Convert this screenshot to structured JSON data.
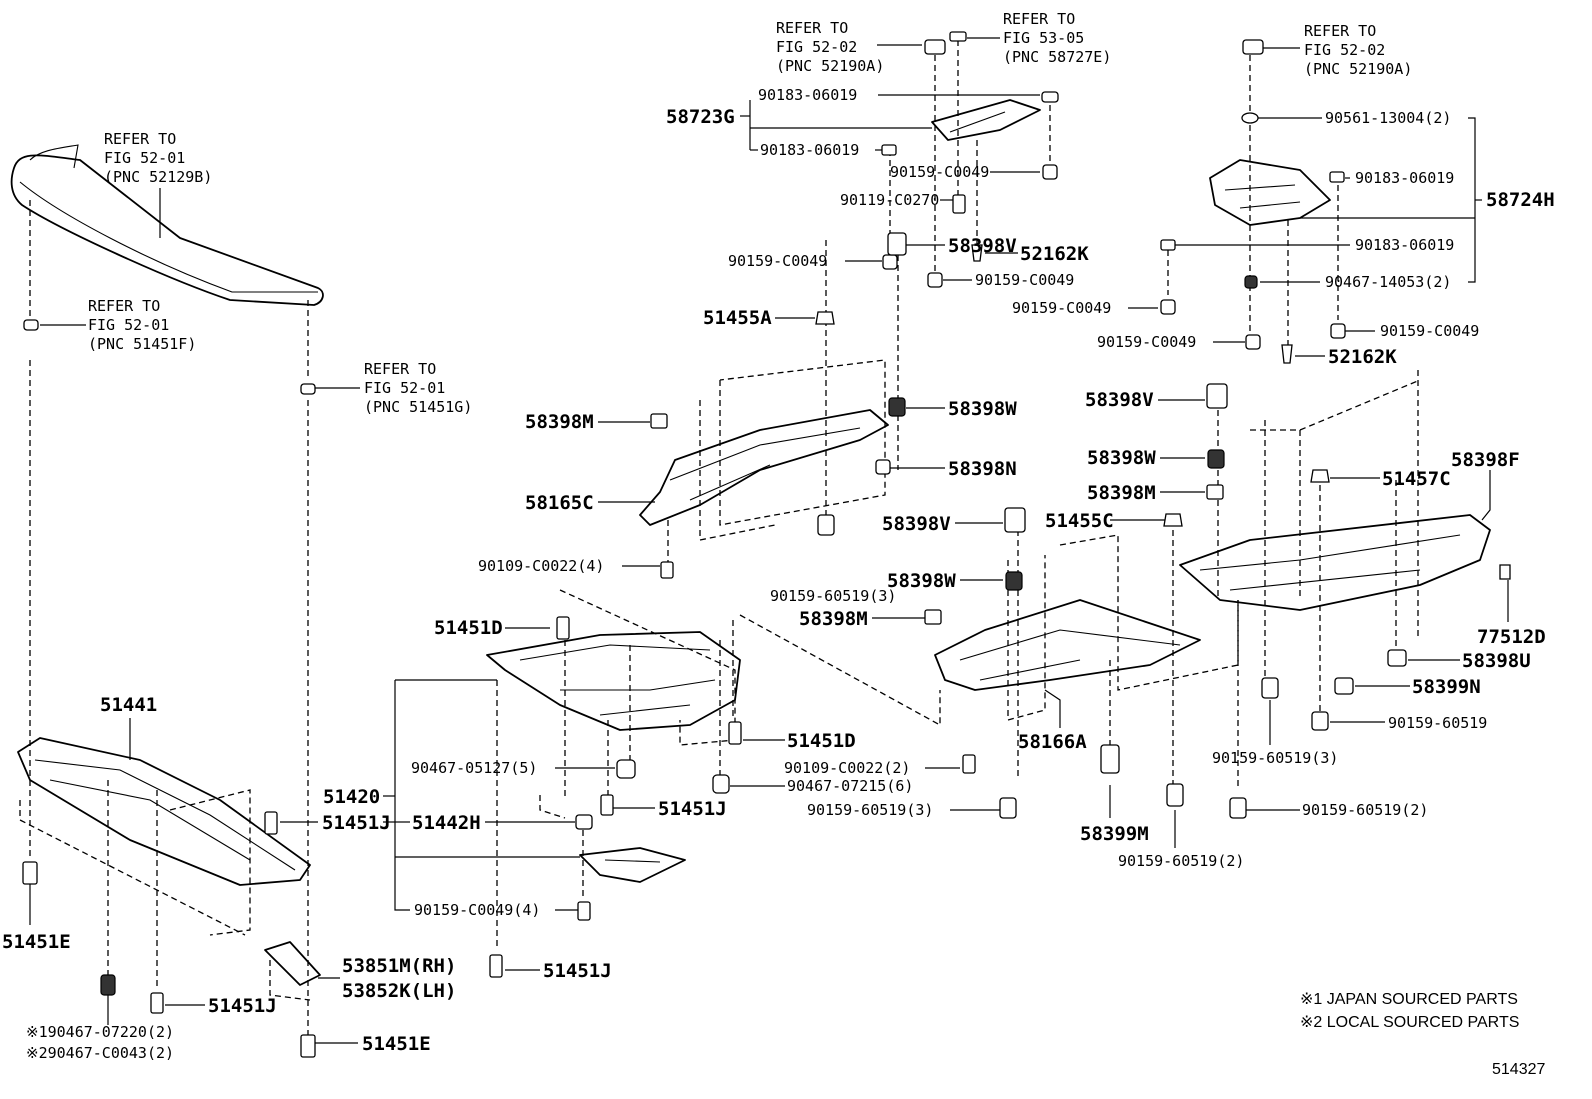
{
  "refers": [
    {
      "id": "ref_52129b",
      "lines": [
        "REFER TO",
        "FIG 52-01",
        "(PNC 52129B)"
      ]
    },
    {
      "id": "ref_51451f",
      "lines": [
        "REFER TO",
        "FIG 52-01",
        "(PNC 51451F)"
      ]
    },
    {
      "id": "ref_51451g",
      "lines": [
        "REFER TO",
        "FIG 52-01",
        "(PNC 51451G)"
      ]
    },
    {
      "id": "ref_52190a_1",
      "lines": [
        "REFER TO",
        "FIG 52-02",
        "(PNC 52190A)"
      ]
    },
    {
      "id": "ref_58727e",
      "lines": [
        "REFER TO",
        "FIG 53-05",
        "(PNC 58727E)"
      ]
    },
    {
      "id": "ref_52190a_2",
      "lines": [
        "REFER TO",
        "FIG 52-02",
        "(PNC 52190A)"
      ]
    }
  ],
  "parts": {
    "p58723g": "58723G",
    "p90183_06019_a": "90183-06019",
    "p90183_06019_b": "90183-06019",
    "p90159_c0049_a": "90159-C0049",
    "p90119_c0270": "90119-C0270",
    "p52162k_a": "52162K",
    "p90159_c0049_b": "90159-C0049",
    "p90159_c0049_c": "90159-C0049",
    "p90561_13004": "90561-13004(2)",
    "p90183_06019_c": "90183-06019",
    "p58724h": "58724H",
    "p90183_06019_d": "90183-06019",
    "p90467_14053": "90467-14053(2)",
    "p90159_c0049_d": "90159-C0049",
    "p90159_c0049_e": "90159-C0049",
    "p90159_c0049_f": "90159-C0049",
    "p52162k_b": "52162K",
    "p51455a": "51455A",
    "p58398v_a": "58398V",
    "p58398w_a": "58398W",
    "p58398m_a": "58398M",
    "p58398n": "58398N",
    "p58165c": "58165C",
    "p90109_c0022_4": "90109-C0022(4)",
    "p90159_60519_3a": "90159-60519(3)",
    "p58398v_b": "58398V",
    "p58398w_b": "58398W",
    "p58398m_b": "58398M",
    "p58398f": "58398F",
    "p51457c": "51457C",
    "p58398v_c": "58398V",
    "p51455c": "51455C",
    "p58398w_c": "58398W",
    "p58398m_c": "58398M",
    "p51451d_a": "51451D",
    "p77512d": "77512D",
    "p58398u": "58398U",
    "p58399n": "58399N",
    "p90159_60519": "90159-60519",
    "p51441": "51441",
    "p51451d_b": "51451D",
    "p58166a": "58166A",
    "p90467_05127": "90467-05127(5)",
    "p90109_c0022_2": "90109-C0022(2)",
    "p90467_07215": "90467-07215(6)",
    "p90159_60519_3b": "90159-60519(3)",
    "p90159_60519_3c": "90159-60519(3)",
    "p51420": "51420",
    "p51451j_a": "51451J",
    "p51442h": "51442H",
    "p51451j_b": "51451J",
    "p90159_60519_2a": "90159-60519(2)",
    "p58399m": "58399M",
    "p90159_60519_2b": "90159-60519(2)",
    "p51451e_a": "51451E",
    "p90159_c0049_4": "90159-C0049(4)",
    "p53851m": "53851M(RH)",
    "p53852k": "53852K(LH)",
    "p51451j_c": "51451J",
    "p51451j_d": "51451J",
    "p51451e_b": "51451E",
    "p90467_07220": "※190467-07220(2)",
    "p90467_c0043": "※290467-C0043(2)"
  },
  "notes": {
    "japan": "※1 JAPAN SOURCED PARTS",
    "local": "※2 LOCAL SOURCED PARTS",
    "figure_id": "514327"
  }
}
